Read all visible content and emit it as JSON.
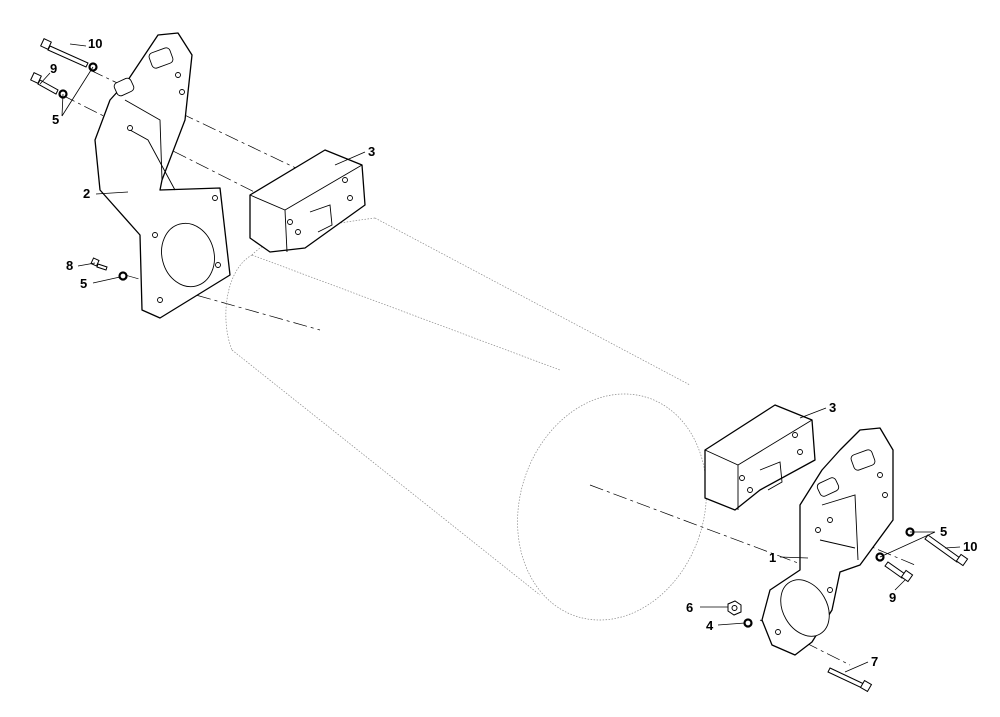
{
  "callouts": {
    "c10_top": "10",
    "c9_top": "9",
    "c5_top": "5",
    "c2": "2",
    "c3_top": "3",
    "c8": "8",
    "c5_mid": "5",
    "c3_right": "3",
    "c1": "1",
    "c5_right": "5",
    "c10_right": "10",
    "c9_right": "9",
    "c6": "6",
    "c4": "4",
    "c7": "7"
  }
}
